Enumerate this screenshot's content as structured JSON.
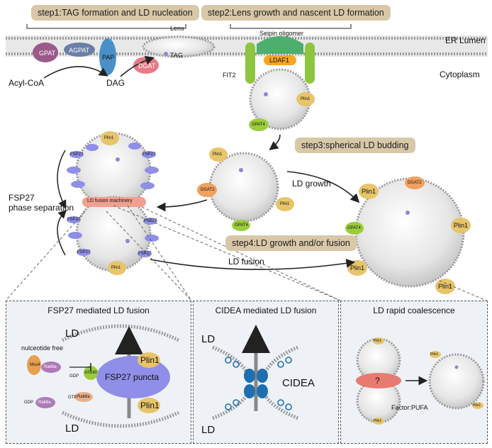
{
  "steps": {
    "step1": "step1:TAG formation and LD nucleation",
    "step2": "step2:Lens growth and nascent LD formation",
    "step3": "step3:spherical LD budding",
    "step4": "step4:LD growth and/or fusion"
  },
  "er": {
    "lumen": "ER Lumen",
    "cytoplasm": "Cytoplasm",
    "lens": "Lens",
    "seipin": "Seipin oligomer",
    "tag": "TAG"
  },
  "proteins": {
    "gpat": "GPAT",
    "agpat": "AGPAT",
    "pap": "PAP",
    "dgat": "DGAT",
    "ldaf1": "LDAF1",
    "fit2": "FIT2",
    "plin1": "Plin1",
    "gpat4": "GPAT4",
    "dgat2": "DGAT2",
    "fsp27": "FSP27",
    "fusion_machinery": "LD fusion machinery"
  },
  "metabolites": {
    "acyl_coa": "Acyl-CoA",
    "dag": "DAG"
  },
  "labels": {
    "fsp27_phase": "FSP27\nphase separation",
    "ld_growth": "LD growth",
    "ld_fusion": "LD fusion"
  },
  "panel1": {
    "title": "FSP27 mediated LD fusion",
    "ld_top": "LD",
    "ld_bottom": "LD",
    "nucleotide_free": "nulceotide free",
    "mss4": "Mss4",
    "rab8a": "Rab8a",
    "gdp": "GDP",
    "gtp": "GTP",
    "as160": "AS160",
    "fsp27_puncta": "FSP27 puncta",
    "plin1": "Plin1"
  },
  "panel2": {
    "title": "CIDEA mediated LD fusion",
    "ld_top": "LD",
    "ld_bottom": "LD",
    "cidea": "CIDEA"
  },
  "panel3": {
    "title": "LD rapid coalescence",
    "question": "?",
    "factor": "Factor:PUFA",
    "plin1": "Plin1"
  },
  "colors": {
    "step_bg": "#d8c8a8",
    "membrane": "#9a9a9a",
    "plin1": "#e8c46a",
    "gpat4": "#9ccc3c",
    "dgat2": "#f0a060",
    "fsp27": "#8f8ee8",
    "fusion": "#f0a090",
    "seipin": "#4caf6e",
    "ldaf1": "#f5a623",
    "fit2": "#8cc63f",
    "cidea": "#1e6fb0",
    "rab8a": "#b07ab8",
    "question": "#e87a70"
  }
}
